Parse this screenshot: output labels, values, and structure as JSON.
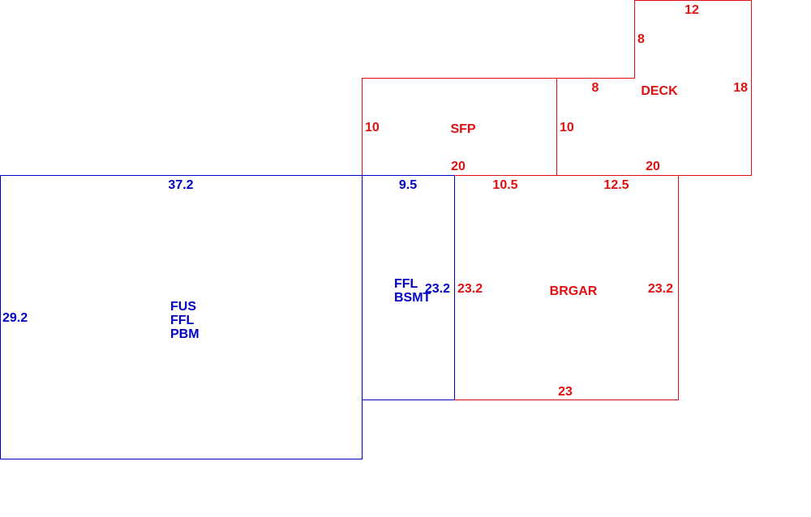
{
  "colors": {
    "living_area": "#0000c8",
    "other_area": "#e01010",
    "background": "#ffffff"
  },
  "areas": {
    "main": {
      "labels": [
        "FUS",
        "FFL",
        "PBM"
      ],
      "dims": {
        "top": "37.2",
        "left": "29.2"
      }
    },
    "bsmt": {
      "labels": [
        "FFL",
        "BSMT"
      ],
      "dims": {
        "top": "9.5",
        "right": "23.2"
      }
    },
    "brgar": {
      "label": "BRGAR",
      "dims": {
        "top_left": "10.5",
        "top_right": "12.5",
        "left": "23.2",
        "right": "23.2",
        "bottom": "23"
      }
    },
    "sfp": {
      "label": "SFP",
      "dims": {
        "left": "10",
        "bottom": "20"
      }
    },
    "deck": {
      "label": "DECK",
      "dims": {
        "top": "12",
        "notch_vertical": "8",
        "notch_horizontal": "8",
        "right": "18",
        "left": "10",
        "bottom": "20"
      }
    }
  }
}
